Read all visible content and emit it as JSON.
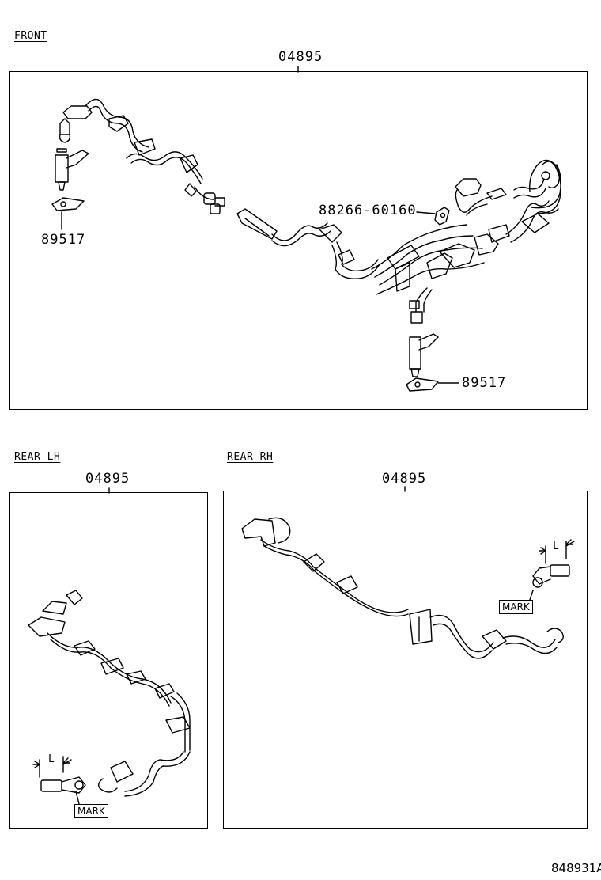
{
  "sections": {
    "front": {
      "heading": "FRONT",
      "assembly": "04895",
      "parts": {
        "sensor_left": "89517",
        "clamp": "88266-60160",
        "sensor_right": "89517"
      }
    },
    "rear_lh": {
      "heading": "REAR LH",
      "assembly": "04895",
      "dimension": "L",
      "mark": "MARK"
    },
    "rear_rh": {
      "heading": "REAR RH",
      "assembly": "04895",
      "dimension": "L",
      "mark": "MARK"
    }
  },
  "figure_id": "848931A"
}
